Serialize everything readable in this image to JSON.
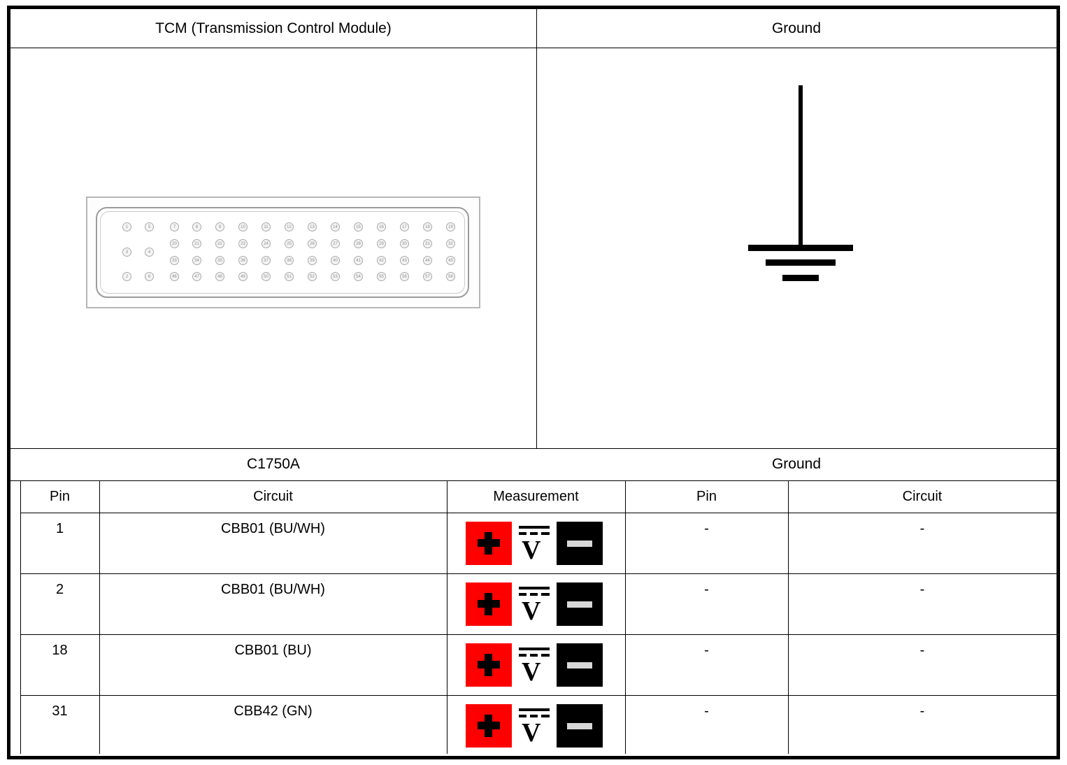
{
  "header": {
    "left_title": "TCM (Transmission Control Module)",
    "right_title": "Ground"
  },
  "diagram": {
    "connector_name": "C1750A",
    "ground_label": "Ground",
    "ground_symbol_name": "chassis-ground-symbol",
    "connector_pin_rows": [
      [
        "1",
        "5",
        "7",
        "8",
        "9",
        "10",
        "11",
        "12",
        "13",
        "14",
        "15",
        "16",
        "17",
        "18",
        "19"
      ],
      [
        "",
        "",
        "20",
        "21",
        "22",
        "23",
        "24",
        "25",
        "26",
        "27",
        "28",
        "29",
        "30",
        "31",
        "32"
      ],
      [
        "3",
        "4",
        "33",
        "34",
        "35",
        "36",
        "37",
        "38",
        "39",
        "40",
        "41",
        "42",
        "43",
        "44",
        "45"
      ],
      [
        "",
        "",
        "46",
        "47",
        "48",
        "49",
        "50",
        "51",
        "52",
        "53",
        "54",
        "55",
        "56",
        "57",
        "58"
      ],
      [
        "2",
        "6",
        "",
        "",
        "",
        "",
        "",
        "",
        "",
        "",
        "",
        "",
        "",
        "",
        ""
      ]
    ]
  },
  "section_titles": {
    "left": "C1750A",
    "right": "Ground"
  },
  "table": {
    "columns": {
      "pin": "Pin",
      "circuit": "Circuit",
      "measurement": "Measurement",
      "ground_pin": "Pin",
      "ground_circuit": "Circuit"
    },
    "rows": [
      {
        "pin": "1",
        "circuit": "CBB01 (BU/WH)",
        "measurement": "dc-voltage",
        "ground_pin": "-",
        "ground_circuit": "-"
      },
      {
        "pin": "2",
        "circuit": "CBB01 (BU/WH)",
        "measurement": "dc-voltage",
        "ground_pin": "-",
        "ground_circuit": "-"
      },
      {
        "pin": "18",
        "circuit": "CBB01 (BU)",
        "measurement": "dc-voltage",
        "ground_pin": "-",
        "ground_circuit": "-"
      },
      {
        "pin": "31",
        "circuit": "CBB42 (GN)",
        "measurement": "dc-voltage",
        "ground_pin": "-",
        "ground_circuit": "-"
      }
    ]
  },
  "measurement_icon": {
    "positive_label": "+",
    "negative_label": "-",
    "mode_label": "V",
    "positive_color": "#FE0000",
    "negative_color": "#000000"
  }
}
